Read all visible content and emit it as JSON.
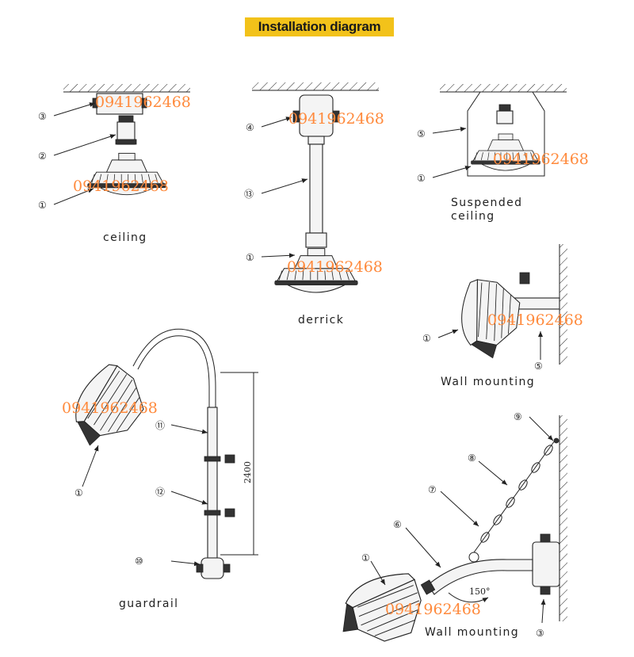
{
  "title": "Installation diagram",
  "watermark": "0941962468",
  "captions": {
    "ceiling": "ceiling",
    "derrick": "derrick",
    "suspended": [
      "Suspended",
      "ceiling"
    ],
    "wall_top": "Wall mounting",
    "guardrail": "guardrail",
    "wall_bottom": "Wall mounting"
  },
  "callouts": {
    "c1": "①",
    "c2": "②",
    "c3": "③",
    "c4": "④",
    "c5": "⑤",
    "c6": "⑥",
    "c7": "⑦",
    "c8": "⑧",
    "c9": "⑨",
    "c10": "⑩",
    "c11": "⑪",
    "c12": "⑫",
    "c13": "⑬"
  },
  "dimensions": {
    "height": "2400",
    "angle": "150°"
  }
}
